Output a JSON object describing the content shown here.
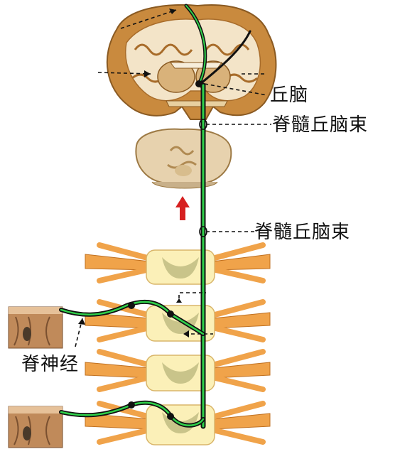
{
  "labels": {
    "thalamus": "丘脑",
    "spinothalamic_tract_upper": "脊髓丘脑束",
    "spinothalamic_tract_lower": "脊髓丘脑束",
    "spinal_nerve": "脊神经"
  },
  "colors": {
    "pathway_green": "#2fd14a",
    "pathway_black": "#111111",
    "brain_tissue": "#c98a3e",
    "brain_dark": "#8a5a22",
    "white_matter": "#f3e4c8",
    "medulla": "#e7d2ae",
    "spinal_cord_gray": "#fbf0b8",
    "nerve_orange": "#f0a34a",
    "skin": "#c08a5a",
    "arrow_red": "#d62020"
  }
}
